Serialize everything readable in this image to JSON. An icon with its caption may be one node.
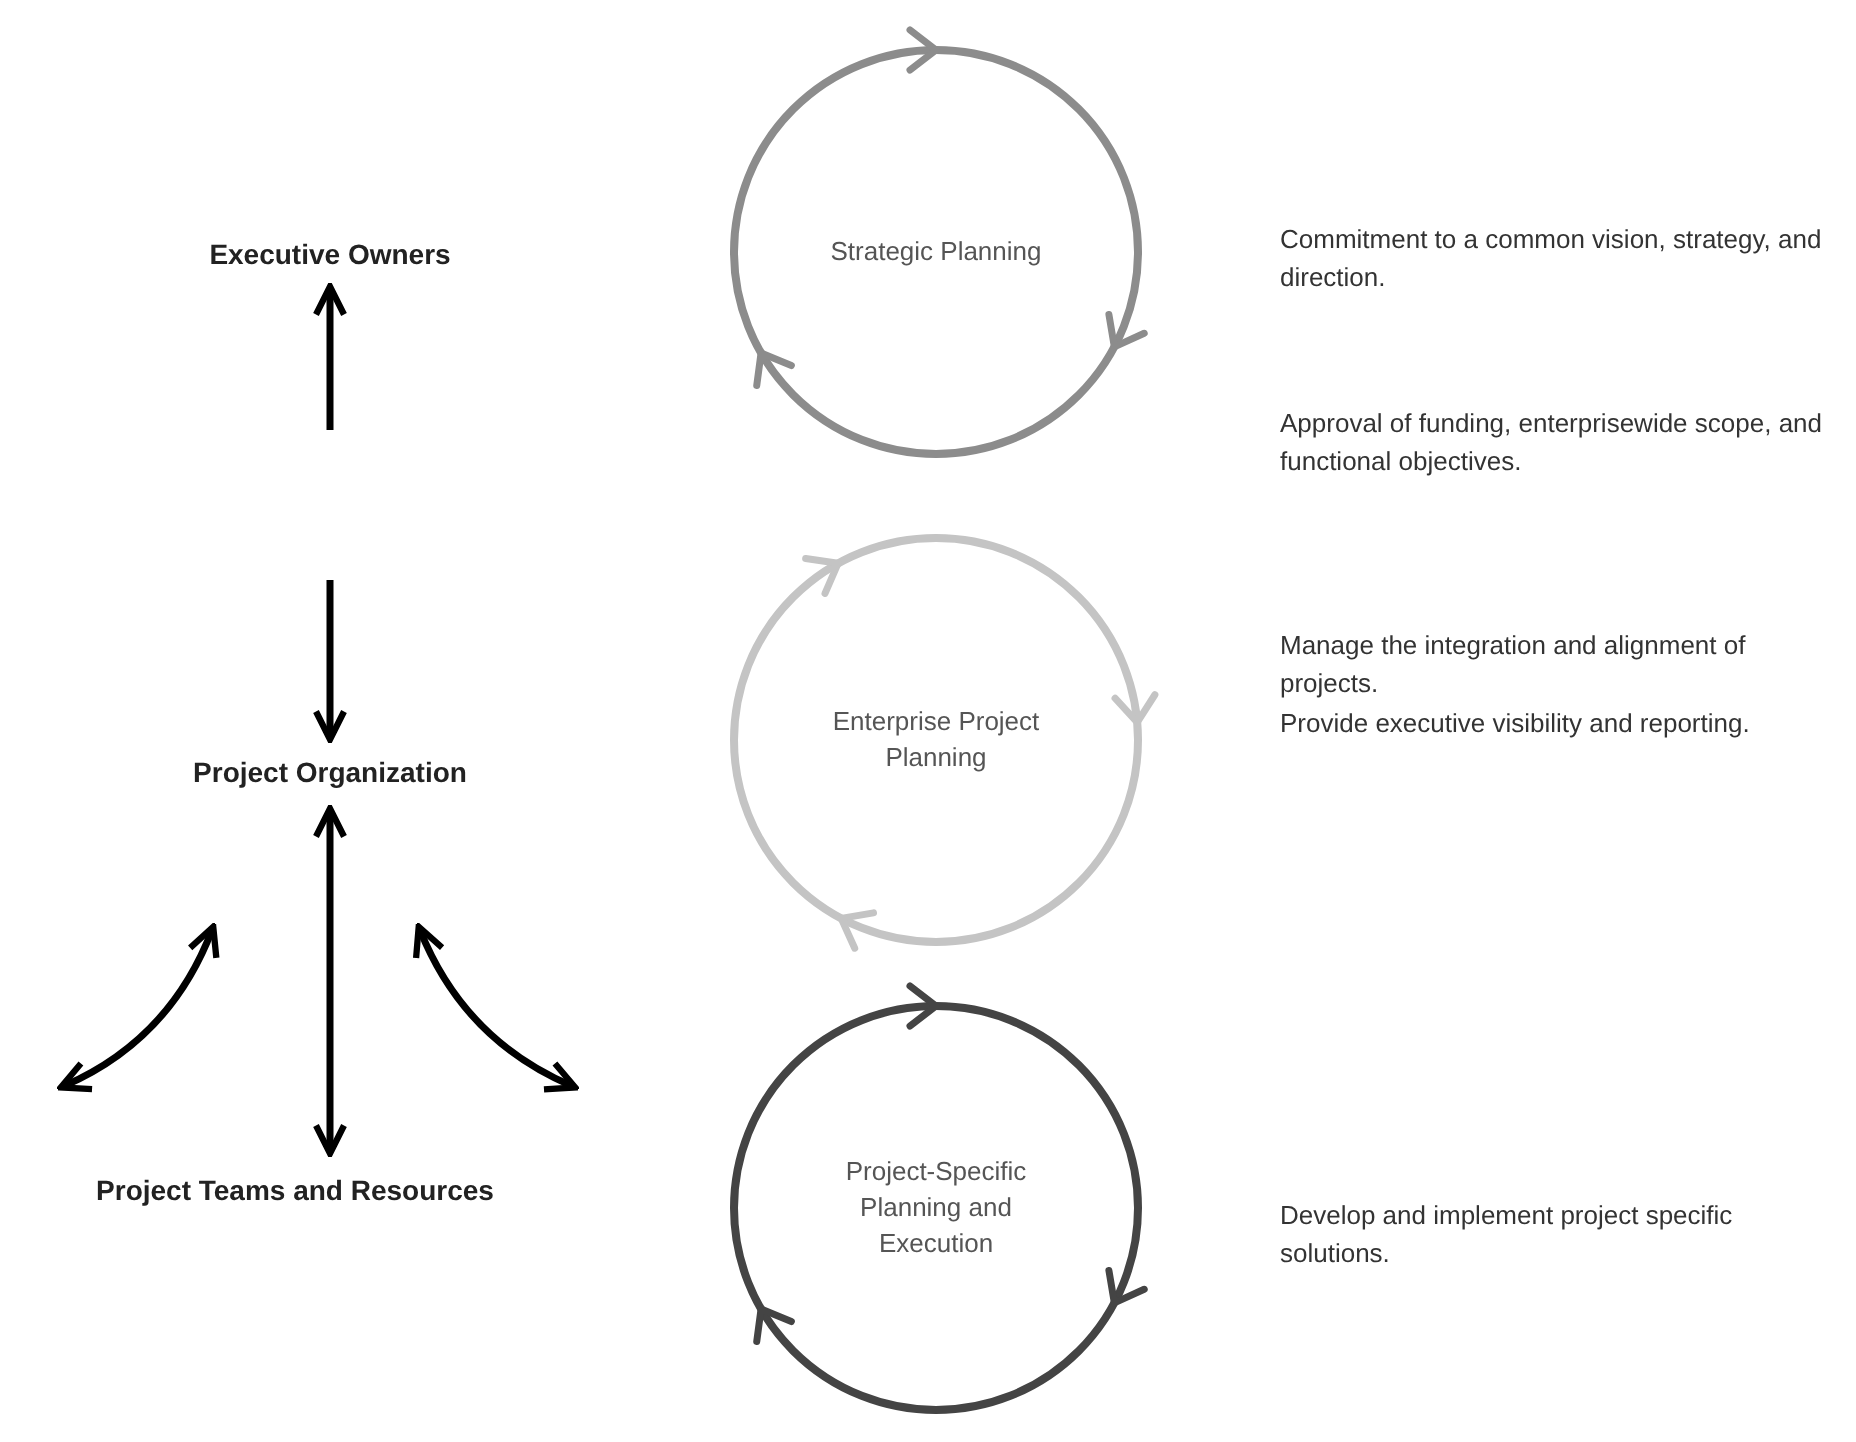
{
  "diagram": {
    "nodes": [
      {
        "text": [
          "Executive Owners"
        ]
      },
      {
        "text": [
          "Project Organization"
        ]
      },
      {
        "text": [
          "Project Teams and Resources"
        ]
      },
      {
        "text": [
          "Strategic Planning"
        ]
      },
      {
        "text": [
          "Enterprise Project Planning"
        ]
      },
      {
        "text": [
          "Project-Specific Planning and Execution"
        ]
      }
    ],
    "edges": [
      {
        "from": null,
        "to": 0,
        "arrow": "to"
      },
      {
        "from": null,
        "to": 1,
        "arrow": "to"
      },
      {
        "from": 1,
        "to": 2,
        "arrow": "both"
      }
    ],
    "labels": [
      "Commitment to a common vision, strategy, and direction.",
      "Approval of funding, enterprisewide scope, and functional objectives.",
      "Manage the integration and alignment of projects.",
      "Provide executive visibility and reporting.",
      "Develop and implement project specific solutions."
    ]
  }
}
